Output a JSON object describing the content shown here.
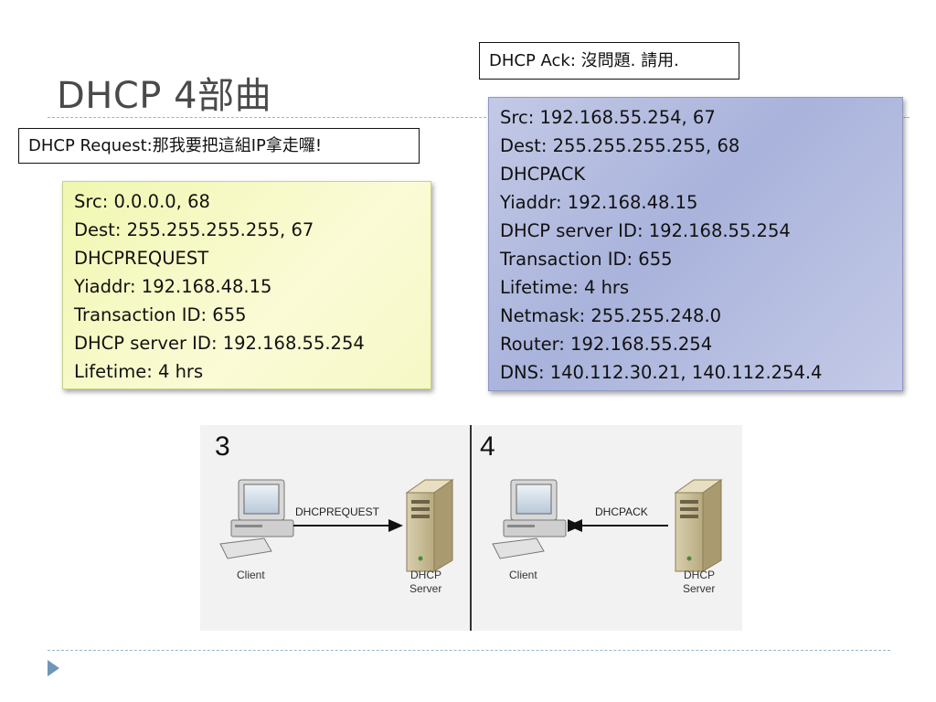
{
  "slide": {
    "title": "DHCP 4部曲"
  },
  "callouts": {
    "ack": "DHCP Ack: 沒問題. 請用.",
    "request": "DHCP Request:那我要把這組IP拿走囉!"
  },
  "request_packet": {
    "lines": [
      "Src: 0.0.0.0, 68",
      "Dest: 255.255.255.255, 67",
      "DHCPREQUEST",
      "Yiaddr: 192.168.48.15",
      "Transaction ID: 655",
      "DHCP server ID: 192.168.55.254",
      "Lifetime: 4 hrs"
    ]
  },
  "ack_packet": {
    "lines": [
      "Src: 192.168.55.254, 67",
      "Dest: 255.255.255.255, 68",
      "DHCPACK",
      "Yiaddr: 192.168.48.15",
      "DHCP server ID: 192.168.55.254",
      "Transaction ID: 655",
      "Lifetime: 4 hrs",
      "Netmask: 255.255.248.0",
      "Router: 192.168.55.254",
      "DNS: 140.112.30.21, 140.112.254.4"
    ]
  },
  "diagram": {
    "step3": {
      "number": "3",
      "message": "DHCPREQUEST",
      "client_label": "Client",
      "server_label_1": "DHCP",
      "server_label_2": "Server"
    },
    "step4": {
      "number": "4",
      "message": "DHCPACK",
      "client_label": "Client",
      "server_label_1": "DHCP",
      "server_label_2": "Server"
    }
  }
}
